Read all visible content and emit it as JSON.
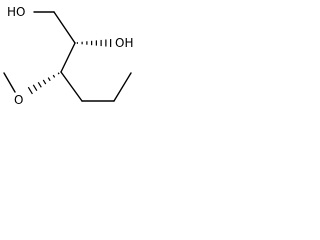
{
  "structure": {
    "atoms": {
      "o1": "HO",
      "o2": "OH",
      "o3": "O"
    },
    "stereo_bonds": [
      {
        "from": "C2",
        "to": "OH",
        "style": "hashed-wedge"
      },
      {
        "from": "C3",
        "to": "O",
        "style": "hashed-wedge"
      }
    ]
  },
  "colors": {
    "line": "#000000",
    "background": "#ffffff"
  }
}
